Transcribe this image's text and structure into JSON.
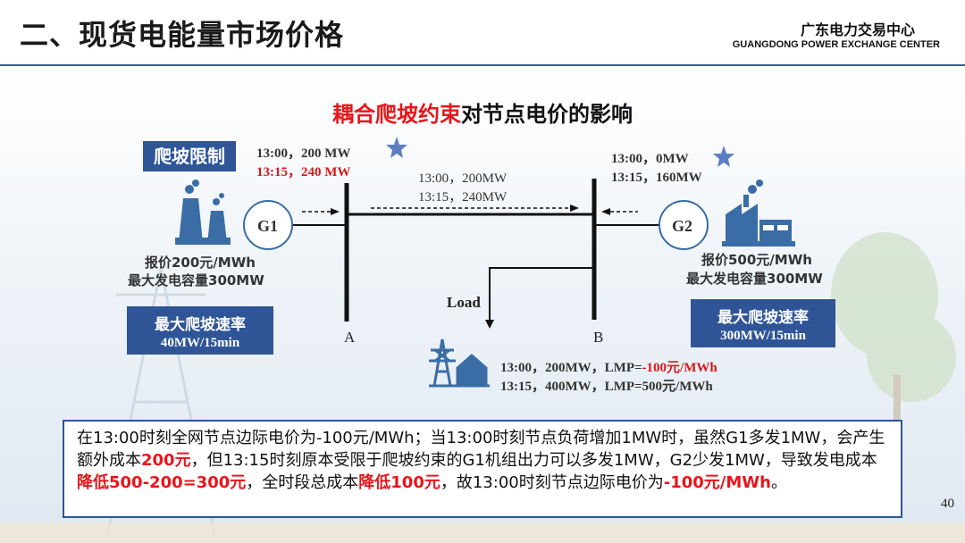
{
  "header": {
    "title": "二、现货电能量市场价格",
    "brand_cn": "广东电力交易中心",
    "brand_en": "GUANGDONG POWER EXCHANGE CENTER"
  },
  "diagram": {
    "subtitle_red": "耦合爬坡约束",
    "subtitle_rest": "对节点电价的影响",
    "ramp_limit_badge": "爬坡限制",
    "g1": {
      "label": "G1",
      "output_1300": "13:00，200 MW",
      "output_1315": "13:15，240 MW",
      "bid": "报价200元/MWh",
      "capacity": "最大发电容量300MW",
      "ramp_title": "最大爬坡速率",
      "ramp_value": "40MW/15min"
    },
    "g2": {
      "label": "G2",
      "output_1300": "13:00，0MW",
      "output_1315": "13:15，160MW",
      "bid": "报价500元/MWh",
      "capacity": "最大发电容量300MW",
      "ramp_title": "最大爬坡速率",
      "ramp_value": "300MW/15min"
    },
    "line_flow_1300": "13:00，200MW",
    "line_flow_1315": "13:15，240MW",
    "bus_a": "A",
    "bus_b": "B",
    "load_label": "Load",
    "load_1300_prefix": "13:00，200MW，LMP=",
    "load_1300_lmp": "-100元/MWh",
    "load_1315": "13:15，400MW，LMP=500元/MWh"
  },
  "note": {
    "s1": "在13:00时刻全网节点边际电价为-100元/MWh；当13:00时刻节点负荷增加1MW时，虽然G1多发1MW，会产生额外成本",
    "s2": "200元",
    "s3": "，但13:15时刻原本受限于爬坡约束的G1机组出力可以多发1MW，G2少发1MW，导致发电成本",
    "s4": "降低500-200=300元",
    "s5": "，全时段总成本",
    "s6": "降低100元",
    "s7": "，故13:00时刻节点边际电价为",
    "s8": "-100元/MWh",
    "s9": "。"
  },
  "page_number": "40",
  "colors": {
    "accent_blue": "#2f5597",
    "emphasis_red": "#e8151b",
    "icon_blue": "#3a6da6"
  },
  "icons": [
    "power-plant-icon",
    "factory-icon",
    "substation-icon",
    "star-icon"
  ]
}
